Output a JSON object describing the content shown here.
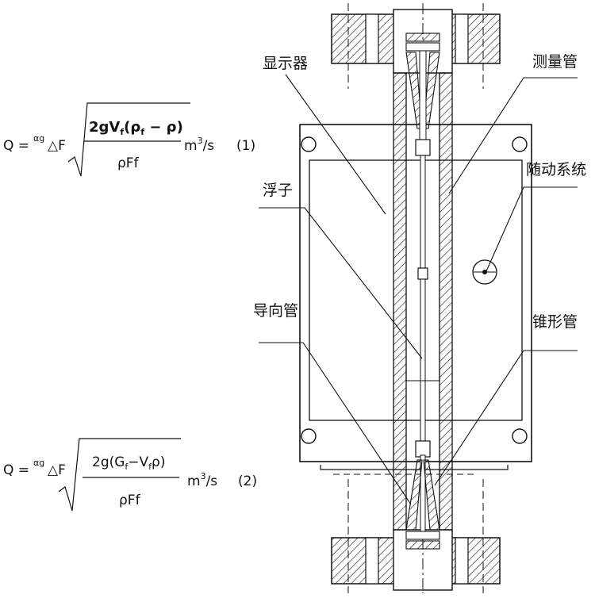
{
  "labels": {
    "display": "显示器",
    "measuring_tube": "测量管",
    "follower_system": "随动系统",
    "float": "浮子",
    "guide_tube": "导向管",
    "cone_tube": "锥形管"
  },
  "formula1": {
    "lhs": "Q = ",
    "coef": "αg",
    "delta": "△F",
    "num_main": "2gV",
    "num_sub": "f",
    "num_rest": "(ρ",
    "num_rest_sub": "f",
    "num_tail": " − ρ)",
    "den": "ρFf",
    "unit": "m",
    "unit_exp": "3",
    "unit_tail": "/s",
    "number": "(1)"
  },
  "formula2": {
    "lhs": "Q = ",
    "coef": "αg",
    "delta": "△F",
    "num_main": "2g(G",
    "num_sub": "f",
    "num_mid": "−V",
    "num_sub2": "f",
    "num_tail": "ρ)",
    "den": "ρFf",
    "unit": "m",
    "unit_exp": "3",
    "unit_tail": "/s",
    "number": "(2)"
  }
}
